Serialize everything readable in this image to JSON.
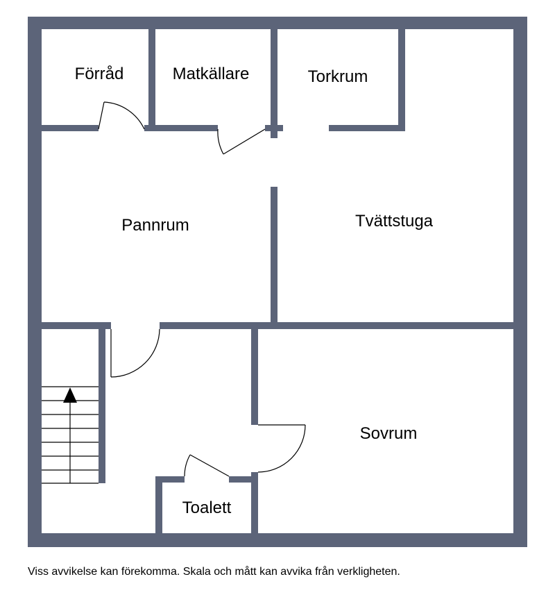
{
  "rooms": {
    "forrad": "Förråd",
    "matkallare": "Matkällare",
    "torkrum": "Torkrum",
    "pannrum": "Pannrum",
    "tvattstuga": "Tvättstuga",
    "sovrum": "Sovrum",
    "toalett": "Toalett"
  },
  "disclaimer": "Viss avvikelse kan förekomma. Skala och mått kan avvika från verkligheten.",
  "colors": {
    "wall": "#5c6479",
    "floor": "#ffffff",
    "line": "#000000"
  },
  "icons": {
    "stair_direction": "arrow-up-icon"
  }
}
